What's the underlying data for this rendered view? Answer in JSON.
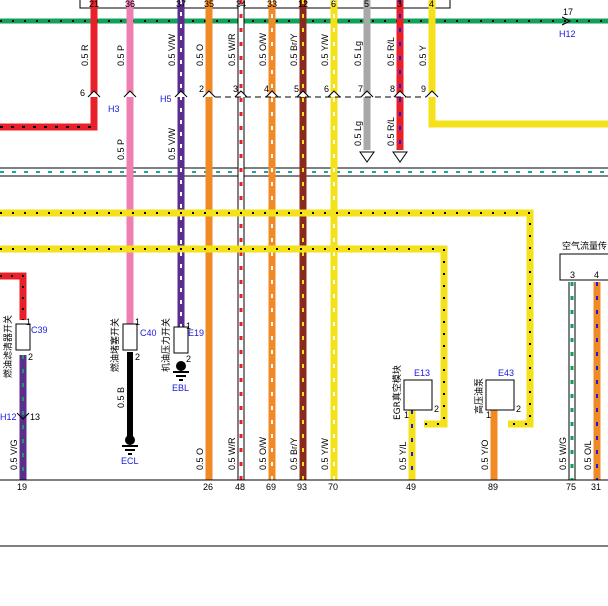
{
  "top_pins": [
    "21",
    "36",
    "37",
    "35",
    "34",
    "33",
    "12",
    "6",
    "5",
    "3",
    "4"
  ],
  "wire_labels_top": [
    "0.5 R",
    "0.5 P",
    "0.5 V/W",
    "0.5 O",
    "0.5 W/R",
    "0.5 O/W",
    "0.5 Br/Y",
    "0.5 Y/W",
    "0.5 Lg",
    "0.5 R/L",
    "0.5 Y"
  ],
  "splice_pins": [
    "6",
    "2",
    "3",
    "4",
    "5",
    "6",
    "7",
    "8",
    "9"
  ],
  "connector_refs": {
    "h3": "H3",
    "h5": "H5",
    "h12_top": "H12",
    "h12_top_pin": "17",
    "h12_bottom": "H12",
    "h12_bottom_pin": "13",
    "c39": "C39",
    "c40": "C40",
    "e19": "E19",
    "e13": "E13",
    "e43": "E43",
    "ebl": "EBL",
    "ecl": "ECL"
  },
  "drop_labels": [
    "0.5 Lg",
    "0.5 R/L"
  ],
  "middle_labels": [
    "0.5 P",
    "0.5 V/W"
  ],
  "components": {
    "c39_name": "燃油滤清器开关",
    "c40_name": "燃油堵塞开关",
    "e19_name": "机油压力开关",
    "e13_name": "EGR真空模块",
    "e43_name": "高压油泵",
    "airflow_name": "空气流量传"
  },
  "component_pins": {
    "c39": [
      "1",
      "2"
    ],
    "c40": [
      "1",
      "2"
    ],
    "e19": [
      "1",
      "2"
    ],
    "e13": [
      "1",
      "2"
    ],
    "e43": [
      "1",
      "2"
    ],
    "airflow": [
      "3",
      "4"
    ]
  },
  "bottom_wire_labels": [
    "0.5 V/G",
    "0.5 B",
    "0.5 O",
    "0.5 W/R",
    "0.5 O/W",
    "0.5 Br/Y",
    "0.5 Y/W",
    "0.5 Y/L",
    "0.5 Y/O",
    "0.5 W/G",
    "0.5 O/L"
  ],
  "bottom_pins": [
    "19",
    "26",
    "48",
    "69",
    "93",
    "70",
    "49",
    "89",
    "75",
    "31"
  ],
  "colors": {
    "red": "#e8202a",
    "pink": "#ee7fb0",
    "violet": "#5b2d8e",
    "orange": "#f08a24",
    "brown": "#8a2a1c",
    "yellow": "#f5e11a",
    "grey": "#a8a8a8",
    "green": "#12a15a",
    "teal": "#17a6a6",
    "blue_text": "#1a1adf"
  }
}
